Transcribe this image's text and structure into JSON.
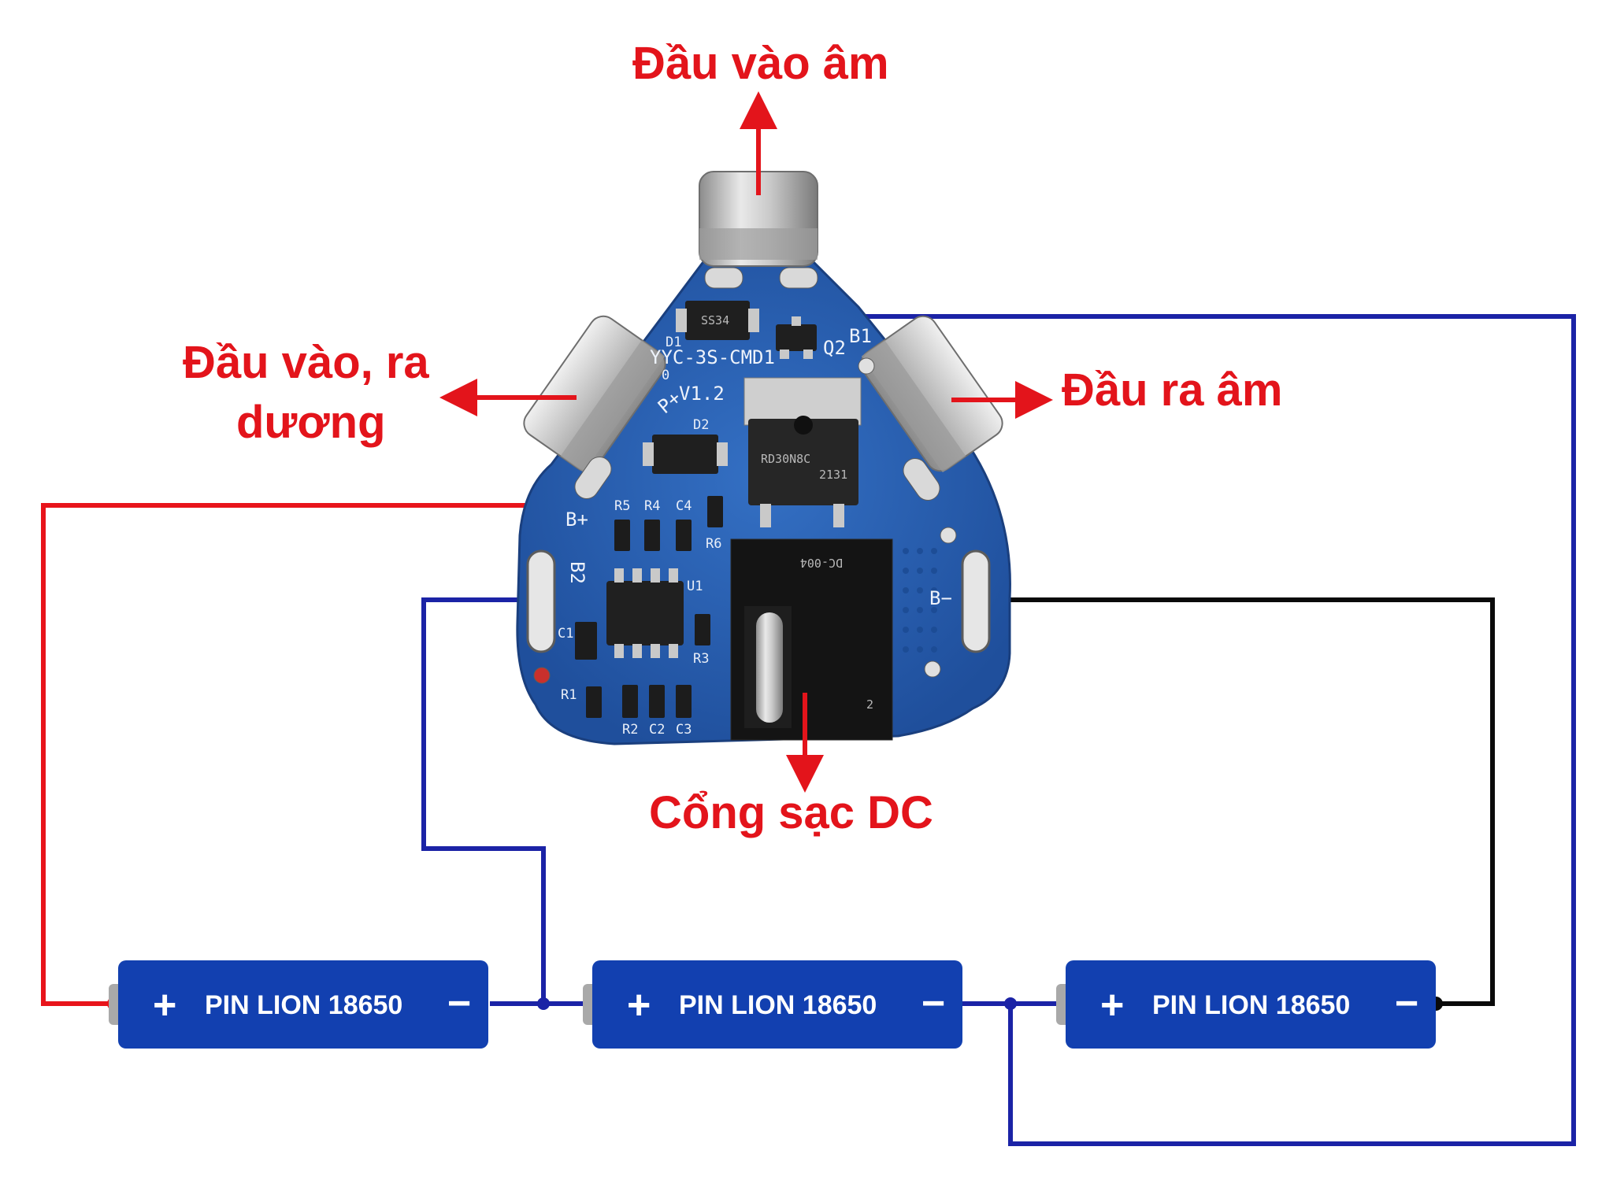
{
  "callouts": {
    "negative_input": "Đầu vào âm",
    "positive_io_line1": "Đầu vào, ra",
    "positive_io_line2": "dương",
    "negative_output": "Đầu ra âm",
    "dc_port": "Cổng sạc DC"
  },
  "batteries": [
    {
      "label": "PIN LION 18650",
      "plus": "+",
      "minus": "−"
    },
    {
      "label": "PIN LION 18650",
      "plus": "+",
      "minus": "−"
    },
    {
      "label": "PIN LION 18650",
      "plus": "+",
      "minus": "−"
    }
  ],
  "board": {
    "model": "YYC-3S-CMD1",
    "model_suffix": "0",
    "version": "V1.2",
    "pad_b1": "B1",
    "pad_b2": "B2",
    "pad_bplus": "B+",
    "pad_bminus": "B−",
    "pad_pplus": "P+",
    "q2": "Q2",
    "d1": "D1",
    "d2": "D2",
    "u1": "U1",
    "r1": "R1",
    "r2": "R2",
    "r3": "R3",
    "r4": "R4",
    "r5": "R5",
    "r6": "R6",
    "c1": "C1",
    "c2": "C2",
    "c3": "C3",
    "c4": "C4",
    "mosfet_marking": "RD30N8C",
    "mosfet_code": "2131",
    "dc_jack_marking": "DC-004",
    "dc_jack_pin": "2",
    "diode_marking": "SS34"
  },
  "colors": {
    "callout_red": "#e3141b",
    "wire_red": "#e8141b",
    "wire_blue": "#1b23a6",
    "wire_black": "#0a0a0a",
    "battery_blue": "#1240b0",
    "pcb_blue": "#2a63b8"
  }
}
